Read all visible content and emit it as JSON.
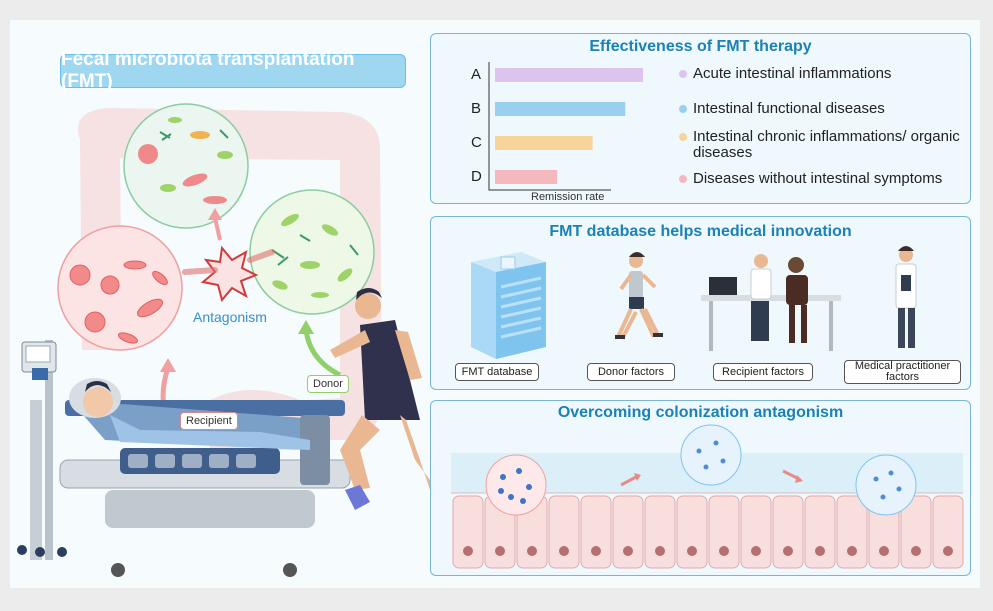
{
  "main_title": "Fecal microbiota transplantation (FMT)",
  "labels": {
    "antagonism": "Antagonism",
    "donor": "Donor",
    "recipient": "Recipient"
  },
  "effectiveness_panel": {
    "title": "Effectiveness of FMT therapy",
    "axis_title": "Remission rate",
    "bars": [
      {
        "letter": "A",
        "legend": "Acute intestinal inflammations",
        "color": "#dcc4ee"
      },
      {
        "letter": "B",
        "legend": "Intestinal functional diseases",
        "color": "#9ad0ef"
      },
      {
        "letter": "C",
        "legend": "Intestinal chronic inflammations/ organic diseases",
        "color": "#f7d59a"
      },
      {
        "letter": "D",
        "legend": "Diseases without intestinal symptoms",
        "color": "#f6b8bf"
      }
    ]
  },
  "chart_data": {
    "type": "bar",
    "categories": [
      "A",
      "B",
      "C",
      "D"
    ],
    "values": [
      1.0,
      0.88,
      0.66,
      0.42
    ],
    "xlabel": "Remission rate",
    "ylabel": ""
  },
  "database_panel": {
    "title": "FMT database helps medical innovation",
    "captions": [
      "FMT database",
      "Donor factors",
      "Recipient factors",
      "Medical practitioner factors"
    ]
  },
  "colonization_panel": {
    "title": "Overcoming colonization antagonism"
  }
}
